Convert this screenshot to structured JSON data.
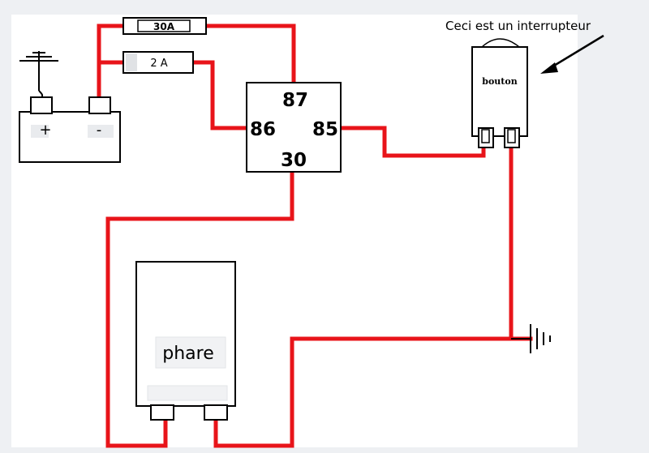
{
  "diagram": {
    "fuse_main": "30A",
    "fuse_control": "2 A",
    "relay_pins": {
      "top": "87",
      "left": "86",
      "right": "85",
      "bottom": "30"
    },
    "battery_plus": "+",
    "battery_minus": "-",
    "switch_label": "bouton",
    "switch_caption": "Ceci est un interrupteur",
    "lamp_label": "phare"
  },
  "colors": {
    "wire": "#e8141a",
    "outline": "#000000",
    "frame_bg": "#eef0f3"
  }
}
